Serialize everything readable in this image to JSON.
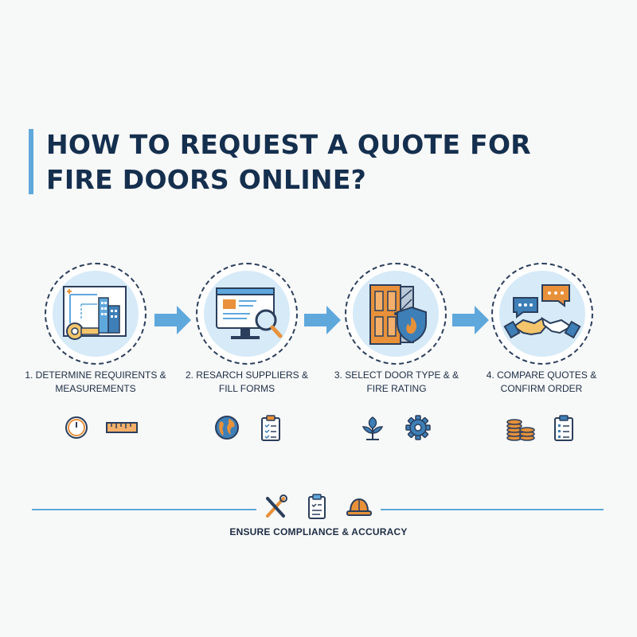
{
  "title": "HOW TO REQUEST A QUOTE FOR FIRE DOORS ONLINE?",
  "steps": [
    {
      "label": "1. DETERMINE REQUIRENTS & MEASUREMENTS",
      "icon": "blueprint-icon",
      "sub_icons": [
        "clock-icon",
        "ruler-icon"
      ]
    },
    {
      "label": "2. RESARCH SUPPLIERS & FILL FORMS",
      "icon": "computer-search-icon",
      "sub_icons": [
        "globe-icon",
        "checklist-icon"
      ]
    },
    {
      "label": "3. SELECT DOOR TYPE & & FIRE RATING",
      "icon": "fire-door-icon",
      "sub_icons": [
        "plant-icon",
        "gear-icon"
      ]
    },
    {
      "label": "4. COMPARE QUOTES & CONFIRM ORDER",
      "icon": "handshake-icon",
      "sub_icons": [
        "coins-icon",
        "clipboard-icon"
      ]
    }
  ],
  "footer": {
    "text": "ENSURE COMPLIANCE & ACCURACY",
    "icons": [
      "tools-icon",
      "document-icon",
      "hard-hat-icon"
    ]
  },
  "colors": {
    "accent_blue": "#5fa8dc",
    "light_blue": "#d6eaf8",
    "navy": "#152f4e",
    "orange": "#e8913a"
  }
}
